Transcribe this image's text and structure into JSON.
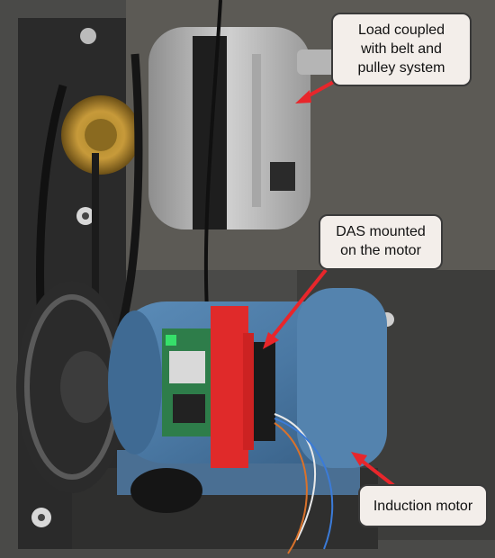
{
  "figure": {
    "annotations": [
      {
        "id": "load",
        "lines": [
          "Load coupled",
          "with belt and",
          "pulley system"
        ]
      },
      {
        "id": "das",
        "lines": [
          "DAS mounted",
          "on the motor"
        ]
      },
      {
        "id": "motor",
        "lines": [
          "Induction motor"
        ]
      }
    ],
    "colors": {
      "arrow": "#e8262b",
      "callout_fill": "#f3eeea",
      "callout_border": "#3a3a3a",
      "motor_blue": "#4f7ea8",
      "strap_red": "#e02a2a",
      "pcb_green": "#2e7d4a"
    }
  }
}
